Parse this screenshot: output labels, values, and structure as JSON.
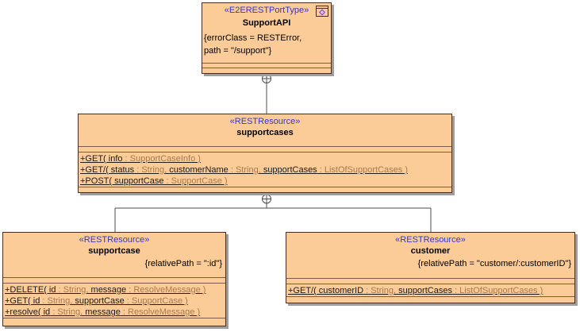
{
  "colors": {
    "fill": "#fbcb98",
    "border": "#4e2a1f",
    "divider": "#7a5c49",
    "shadow": "#9e9e9e",
    "stereo": "#3636cf",
    "dark": "#1c1c1c",
    "light": "#a87c4e",
    "line": "#4d4d4d",
    "bg": "#ffffff"
  },
  "boxes": {
    "api": {
      "stereotype": "«E2ERESTPortType»",
      "name": "SupportAPI",
      "properties": {
        "line1": "{errorClass = RESTError,",
        "line2": "path = \"/support\"}"
      },
      "icon": "porttype-icon"
    },
    "supportcases": {
      "stereotype": "«RESTResource»",
      "name": "supportcases",
      "methods": {
        "m0": [
          {
            "text": "+GET( info",
            "tone": "dark"
          },
          {
            "text": " : SupportCaseInfo )",
            "tone": "light"
          }
        ],
        "m1": [
          {
            "text": "+GET/( status",
            "tone": "dark"
          },
          {
            "text": " : String, ",
            "tone": "light"
          },
          {
            "text": "customerName",
            "tone": "dark"
          },
          {
            "text": " : String, ",
            "tone": "light"
          },
          {
            "text": "supportCases",
            "tone": "dark"
          },
          {
            "text": " : ListOfSupportCases )",
            "tone": "light"
          }
        ],
        "m2": [
          {
            "text": "+POST( supportCase",
            "tone": "dark"
          },
          {
            "text": " : SupportCase )",
            "tone": "light"
          }
        ]
      }
    },
    "supportcase": {
      "stereotype": "«RESTResource»",
      "name": "supportcase",
      "property": "{relativePath = \":id\"}",
      "methods": {
        "m0": [
          {
            "text": "+DELETE( id",
            "tone": "dark"
          },
          {
            "text": " : String, ",
            "tone": "light"
          },
          {
            "text": "message",
            "tone": "dark"
          },
          {
            "text": " : ResolveMessage )",
            "tone": "light"
          }
        ],
        "m1": [
          {
            "text": "+GET( id",
            "tone": "dark"
          },
          {
            "text": " : String, ",
            "tone": "light"
          },
          {
            "text": "supportCase",
            "tone": "dark"
          },
          {
            "text": " : SupportCase )",
            "tone": "light"
          }
        ],
        "m2": [
          {
            "text": "+resolve( id",
            "tone": "dark"
          },
          {
            "text": " : String, ",
            "tone": "light"
          },
          {
            "text": "message",
            "tone": "dark"
          },
          {
            "text": " : ResolveMessage )",
            "tone": "light"
          }
        ]
      }
    },
    "customer": {
      "stereotype": "«RESTResource»",
      "name": "customer",
      "property": "{relativePath = \"customer/:customerID\"}",
      "methods": {
        "m0": [
          {
            "text": "+GET/( customerID",
            "tone": "dark"
          },
          {
            "text": " : String, ",
            "tone": "light"
          },
          {
            "text": "supportCases",
            "tone": "dark"
          },
          {
            "text": " : ListOfSupportCases )",
            "tone": "light"
          }
        ]
      }
    }
  },
  "connectors": {
    "type": "containment (circled plus)"
  }
}
